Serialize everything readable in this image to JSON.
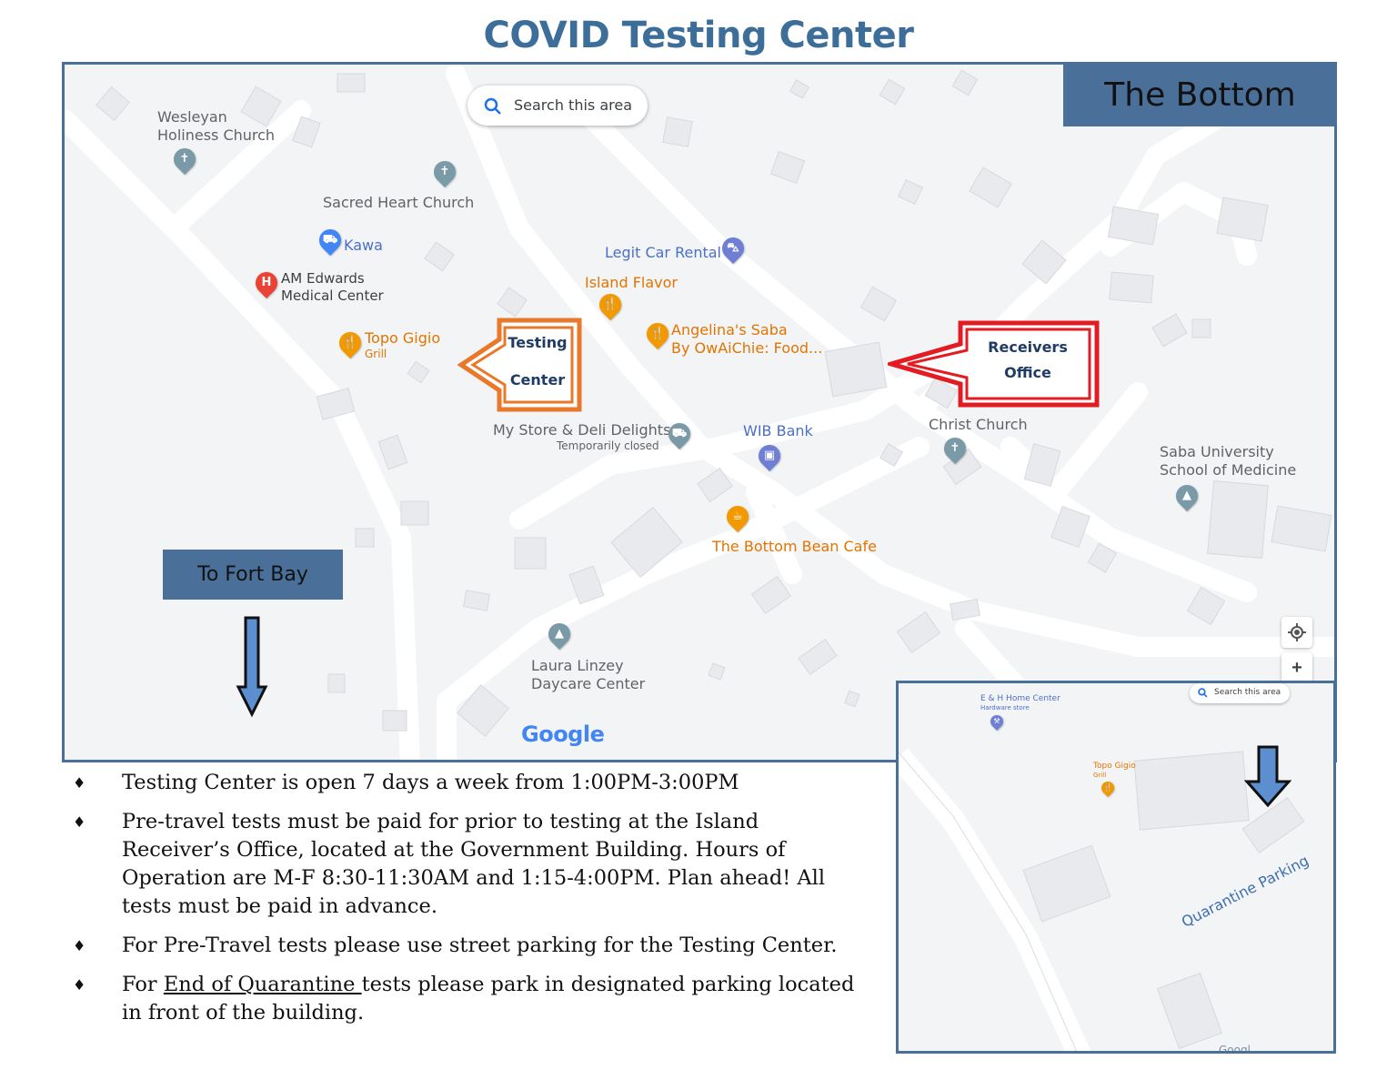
{
  "title": "COVID Testing Center",
  "map": {
    "search_label": "Search this area",
    "area_label": "The Bottom",
    "fort_bay_label": "To Fort Bay",
    "google_logo": "Google",
    "callouts": {
      "testing_line1": "Testing",
      "testing_line2": "Center",
      "receivers_line1": "Receivers",
      "receivers_line2": "Office"
    },
    "places": {
      "wesleyan": [
        "Wesleyan",
        "Holiness Church"
      ],
      "sacred_heart": "Sacred Heart Church",
      "kawa": "Kawa",
      "am_edwards": [
        "AM Edwards",
        "Medical Center"
      ],
      "topo_gigio": "Topo Gigio",
      "topo_gigio_sub": "Grill",
      "legit_car": "Legit Car Rental",
      "island_flavor": "Island Flavor",
      "angelinas": [
        "Angelina's Saba",
        "By OwAiChie: Food..."
      ],
      "my_store": "My Store & Deli Delights",
      "my_store_sub": "Temporarily closed",
      "wib_bank": "WIB Bank",
      "christ_church": "Christ Church",
      "saba_university": [
        "Saba University",
        "School of Medicine"
      ],
      "bottom_bean": "The Bottom Bean Cafe",
      "laura_linzey": [
        "Laura Linzey",
        "Daycare Center"
      ]
    },
    "icons": [
      "search-icon",
      "church-icon",
      "shopping-cart-icon",
      "hospital-icon",
      "restaurant-icon",
      "car-icon",
      "bank-icon",
      "school-icon",
      "cafe-icon",
      "my-location-icon",
      "zoom-in-icon"
    ]
  },
  "inset": {
    "search_label": "Search this area",
    "eh_home": "E & H Home Center",
    "eh_home_sub": "Hardware store",
    "topo_gigio": "Topo Gigio",
    "topo_gigio_sub": "Grill",
    "quarantine_parking": "Quarantine Parking",
    "google_fragment": "Googl"
  },
  "bullets": {
    "b1": "Testing Center is open 7 days a week from 1:00PM-3:00PM",
    "b2": "Pre-travel tests must be paid for prior to testing at the Island Receiver’s Office, located at the Government Building.  Hours of Operation are M-F 8:30-11:30AM and 1:15-4:00PM.   Plan  ahead!  All tests must be paid in advance.",
    "b3": "For Pre-Travel tests please use street parking for the Testing Center.",
    "b4_prefix": "For ",
    "b4_underlined": "End of Quarantine ",
    "b4_suffix": "tests please park in designated parking  located in front of  the building."
  },
  "colors": {
    "title": "#3d6e9a",
    "frame": "#4a7099",
    "testing_arrow": "#e8782a",
    "receivers_arrow": "#e31b23",
    "down_arrow": "#5b8fd0"
  }
}
